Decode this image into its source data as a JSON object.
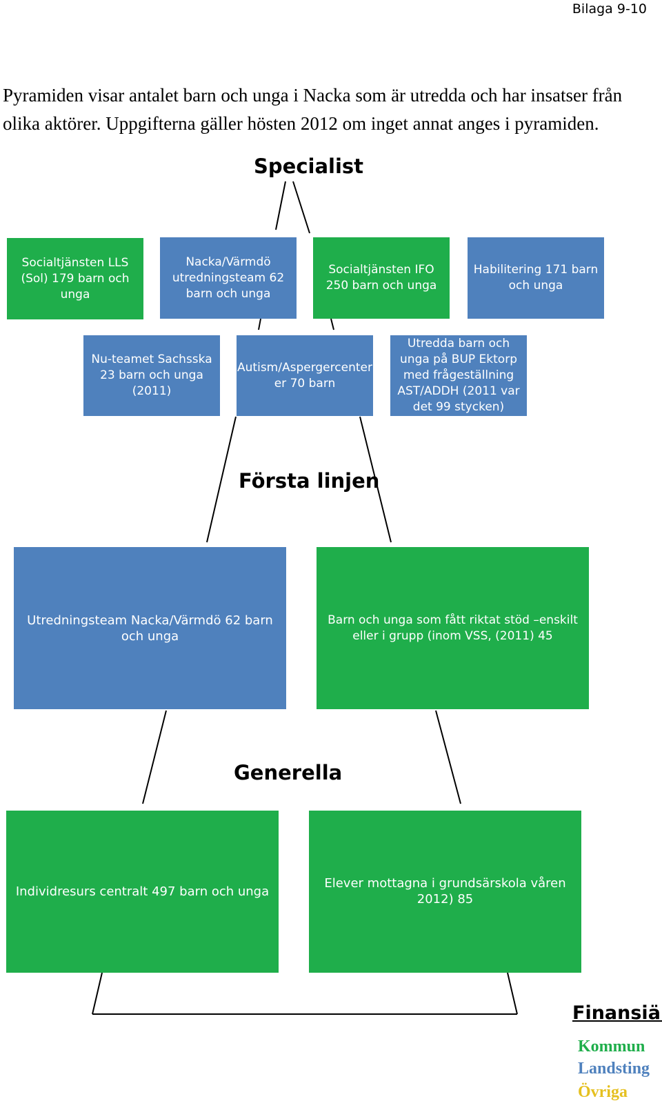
{
  "header": "Bilaga 9-10",
  "intro": "Pyramiden visar antalet barn och unga i Nacka som är utredda och har insatser från olika aktörer. Uppgifterna gäller hösten 2012 om inget annat anges i pyramiden.",
  "levels": {
    "specialist": "Specialist",
    "forsta_linjen": "Första linjen",
    "generella": "Generella"
  },
  "specialist_row1": [
    "Socialtjänsten LLS (Sol) 179 barn och unga",
    "Nacka/Värmdö utredningsteam 62 barn och unga",
    "Socialtjänsten IFO 250 barn och unga",
    "Habilitering 171 barn och unga"
  ],
  "specialist_row2": [
    "Nu-teamet Sachsska 23 barn och unga (2011)",
    "Autism/Aspergercenter er 70 barn",
    "Utredda barn  och unga på BUP Ektorp med frågeställning AST/ADDH (2011 var det 99 stycken)"
  ],
  "forsta_linjen_boxes": [
    "Utredningsteam Nacka/Värmdö 62 barn och unga",
    "Barn och unga som fått riktat stöd –enskilt eller i grupp (inom VSS, (2011) 45"
  ],
  "generella_boxes": [
    "Individresurs centralt  497 barn och unga",
    "Elever mottagna i grundsärskola  våren 2012) 85"
  ],
  "legend": {
    "title": "Finansiär",
    "items": [
      "Kommun",
      "Landsting",
      "Övriga"
    ],
    "colors": [
      "#1fae4b",
      "#4f81bd",
      "#e5c020"
    ]
  },
  "colors": {
    "green": "#1fae4b",
    "blue": "#4f81bd"
  }
}
